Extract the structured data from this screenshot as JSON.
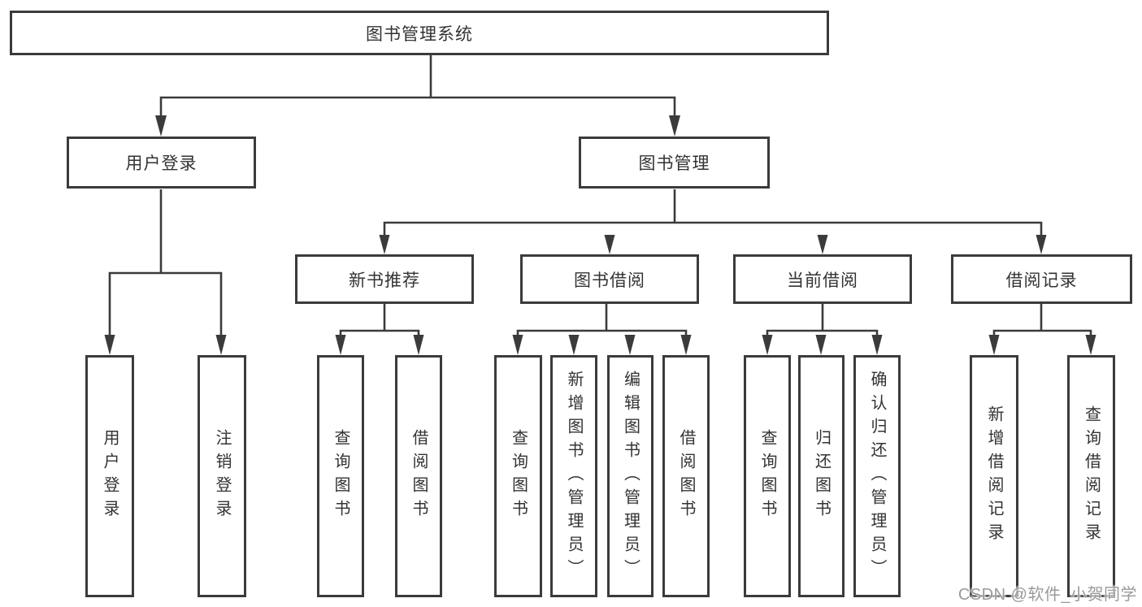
{
  "diagram": {
    "root": {
      "label": "图书管理系统",
      "children": [
        {
          "label": "用户登录",
          "children": [
            {
              "label": "用户登录"
            },
            {
              "label": "注销登录"
            }
          ]
        },
        {
          "label": "图书管理",
          "children": [
            {
              "label": "新书推荐",
              "children": [
                {
                  "label": "查询图书"
                },
                {
                  "label": "借阅图书"
                }
              ]
            },
            {
              "label": "图书借阅",
              "children": [
                {
                  "label": "查询图书"
                },
                {
                  "label": "新增图书（管理员）"
                },
                {
                  "label": "编辑图书（管理员）"
                },
                {
                  "label": "借阅图书"
                }
              ]
            },
            {
              "label": "当前借阅",
              "children": [
                {
                  "label": "查询图书"
                },
                {
                  "label": "归还图书"
                },
                {
                  "label": "确认归还（管理员）"
                }
              ]
            },
            {
              "label": "借阅记录",
              "children": [
                {
                  "label": "新增借阅记录"
                },
                {
                  "label": "查询借阅记录"
                }
              ]
            }
          ]
        }
      ]
    }
  },
  "watermark": {
    "text": "CSDN @软件_小贺同学"
  },
  "colors": {
    "line": "#3b3b3b",
    "box_border": "#3b3b3b",
    "text": "#333333",
    "watermark_text": "#9a9a9a",
    "background": "#ffffff"
  }
}
